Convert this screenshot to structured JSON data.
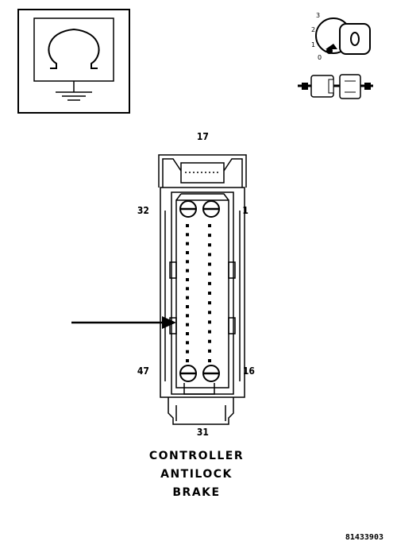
{
  "pins": {
    "top": "17",
    "top_left": "32",
    "top_right": "1",
    "bottom_left": "47",
    "bottom_right": "16",
    "bottom": "31"
  },
  "caption": {
    "line1": "CONTROLLER",
    "line2": "ANTILOCK",
    "line3": "BRAKE"
  },
  "figure_id": "81433903",
  "ignition_key": {
    "positions": [
      "3",
      "2",
      "1",
      "0"
    ],
    "key_mark": "0"
  },
  "icons": {
    "ground_symbol": "ground-icon",
    "ignition_switch": "ignition-key-icon",
    "connector_disconnect": "connector-disconnect-icon"
  },
  "connector": {
    "left_column_cavities": 16,
    "right_column_cavities": 15
  }
}
